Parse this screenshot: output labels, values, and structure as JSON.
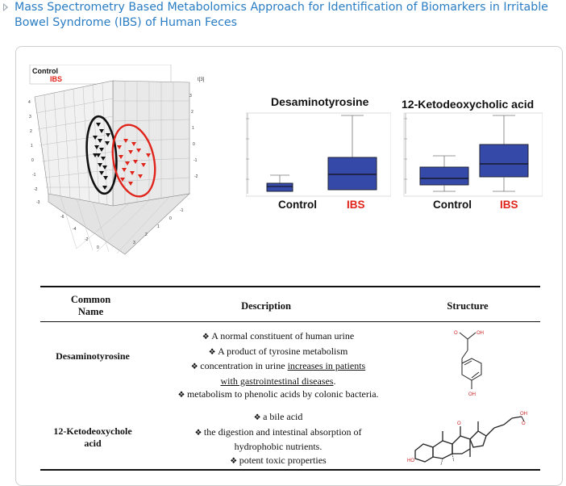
{
  "heading": {
    "title": "Mass Spectrometry Based Metabolomics Approach for Identification of Biomarkers in Irritable Bowel Syndrome (IBS) of Human Feces",
    "link_color": "#2a7dc4"
  },
  "figure": {
    "legend": {
      "control": "Control",
      "ibs": "IBS"
    },
    "colors": {
      "control": "#111111",
      "ibs": "#e0241b",
      "box": "#3549a8"
    },
    "plot3d_axis_label": "t[3]",
    "boxplots": [
      {
        "title": "Desaminotyrosine",
        "categories": [
          "Control",
          "IBS"
        ]
      },
      {
        "title": "12-Ketodeoxycholic acid",
        "categories": [
          "Control",
          "IBS"
        ]
      }
    ]
  },
  "table": {
    "headers": {
      "name_line1": "Common",
      "name_line2": "Name",
      "description": "Description",
      "structure": "Structure"
    },
    "rows": [
      {
        "name": "Desaminotyrosine",
        "bullets": [
          "A normal constituent of human urine",
          "A product of tyrosine metabolism",
          "concentration in urine ",
          "metabolism to phenolic acids by colonic bacteria."
        ],
        "underlined_1": "increases in patients",
        "underlined_2": "with gastrointestinal diseases",
        "period": "."
      },
      {
        "name_line1": "12-Ketodeoxychole",
        "name_line2": "acid",
        "bullets": [
          "a bile acid",
          "the digestion and intestinal absorption of",
          "hydrophobic nutrients.",
          "potent toxic properties"
        ]
      }
    ]
  }
}
